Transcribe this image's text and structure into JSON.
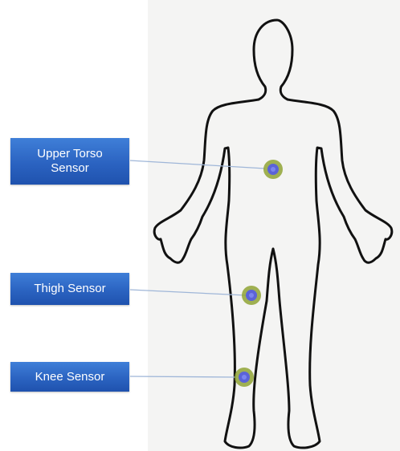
{
  "labels": {
    "upper_torso": [
      "Upper Torso",
      "Sensor"
    ],
    "thigh": "Thigh Sensor",
    "knee": "Knee Sensor"
  },
  "colors": {
    "label_fill": "#2b63c1",
    "connector": "#9fb6d8",
    "sensor_ring": "#8fa334",
    "sensor_core": "#5b63d8",
    "outline": "#111111",
    "background_panel": "#f4f4f3"
  }
}
